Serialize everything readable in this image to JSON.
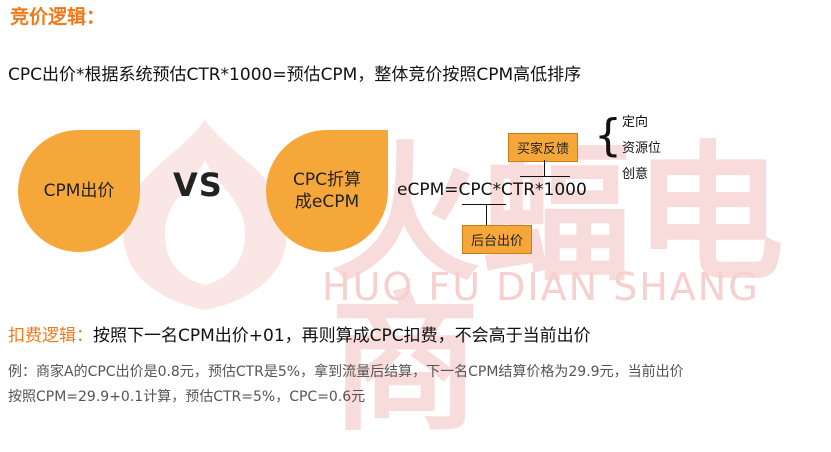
{
  "title": "竞价逻辑：",
  "formula": "CPC出价*根据系统预估CTR*1000=预估CPM，整体竞价按照CPM高低排序",
  "left_drop": "CPM出价",
  "vs": "VS",
  "right_drop_line1": "CPC折算",
  "right_drop_line2": "成eCPM",
  "ecpm_formula": "eCPM=CPC*CTR*1000",
  "box_top": "买家反馈",
  "box_bottom": "后台出价",
  "side_items": [
    "定向",
    "资源位",
    "创意"
  ],
  "deduct_label": "扣费逻辑：",
  "deduct_text": "按照下一名CPM出价+01，再则算成CPC扣费，不会高于当前出价",
  "example_line1": "例：商家A的CPC出价是0.8元，预估CTR是5%，拿到流量后结算，下一名CPM结算价格为29.9元，当前出价",
  "example_line2": "按照CPM=29.9+0.1计算，预估CTR=5%，CPC=0.6元",
  "watermark_cn": "火蝠电商",
  "watermark_en": "HUO FU DIAN SHANG",
  "colors": {
    "accent": "#f07a1a",
    "orange_fill": "#f6a73a",
    "watermark": "#f8dcdc"
  }
}
